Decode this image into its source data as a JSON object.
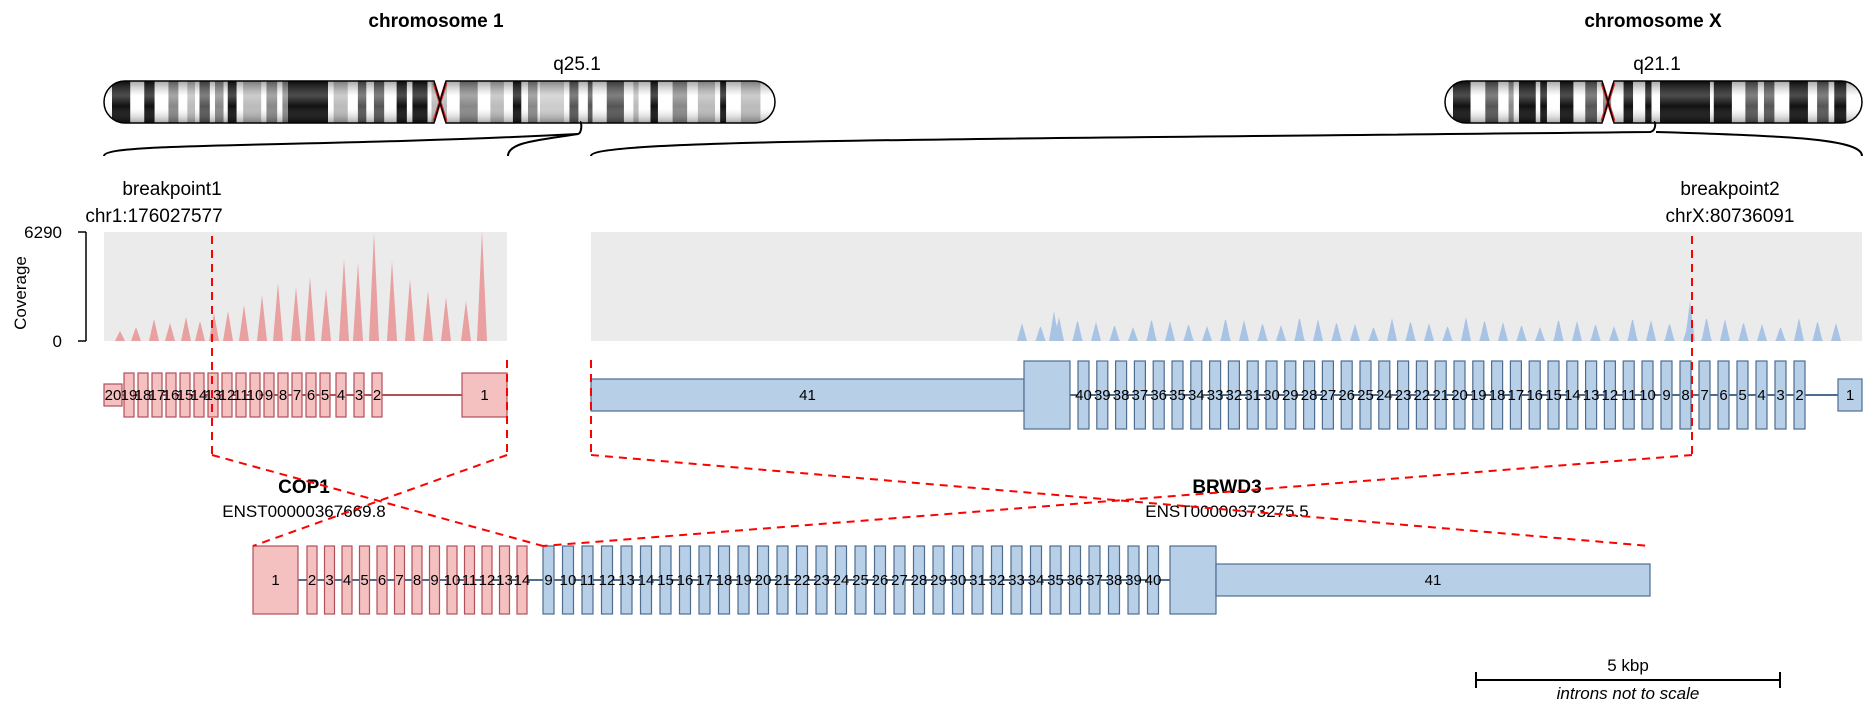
{
  "chromosome1": {
    "title": "chromosome 1",
    "band": "q25.1",
    "breakpoint_label": "breakpoint1",
    "breakpoint_coord": "chr1:176027577"
  },
  "chromosomeX": {
    "title": "chromosome X",
    "band": "q21.1",
    "breakpoint_label": "breakpoint2",
    "breakpoint_coord": "chrX:80736091"
  },
  "coverage": {
    "axis_label": "Coverage",
    "max_tick": "6290",
    "min_tick": "0"
  },
  "gene1": {
    "name": "COP1",
    "transcript": "ENST00000367669.8",
    "color": "#f4c0c0",
    "border": "#b0505a",
    "coverage_color": "#e8a0a0"
  },
  "gene2": {
    "name": "BRWD3",
    "transcript": "ENST00000373275.5",
    "color": "#b8cfe8",
    "border": "#4f6d8f",
    "coverage_color": "#a9c3e4"
  },
  "breakpoint_line_color": "#ff0000",
  "scale_bar": {
    "label": "5 kbp",
    "note": "introns not to scale"
  },
  "exons": {
    "gene1_top": [
      "20",
      "19",
      "18",
      "17",
      "16",
      "15",
      "14",
      "13",
      "12",
      "11",
      "10",
      "9",
      "8",
      "7",
      "6",
      "5",
      "4",
      "3",
      "2",
      "1"
    ],
    "gene2_top": [
      "41",
      "40",
      "39",
      "38",
      "37",
      "36",
      "35",
      "34",
      "33",
      "32",
      "31",
      "30",
      "29",
      "28",
      "27",
      "26",
      "25",
      "24",
      "23",
      "22",
      "21",
      "20",
      "19",
      "18",
      "17",
      "16",
      "15",
      "14",
      "13",
      "12",
      "11",
      "10",
      "9",
      "8",
      "7",
      "6",
      "5",
      "4",
      "3",
      "2",
      "1"
    ],
    "fusion_gene1": [
      "1",
      "2",
      "3",
      "4",
      "5",
      "6",
      "7",
      "8",
      "9",
      "10",
      "11",
      "12",
      "13",
      "14"
    ],
    "fusion_gene2": [
      "9",
      "10",
      "11",
      "12",
      "13",
      "14",
      "15",
      "16",
      "17",
      "18",
      "19",
      "20",
      "21",
      "22",
      "23",
      "24",
      "25",
      "26",
      "27",
      "28",
      "29",
      "30",
      "31",
      "32",
      "33",
      "34",
      "35",
      "36",
      "37",
      "38",
      "39",
      "40",
      "41"
    ]
  }
}
